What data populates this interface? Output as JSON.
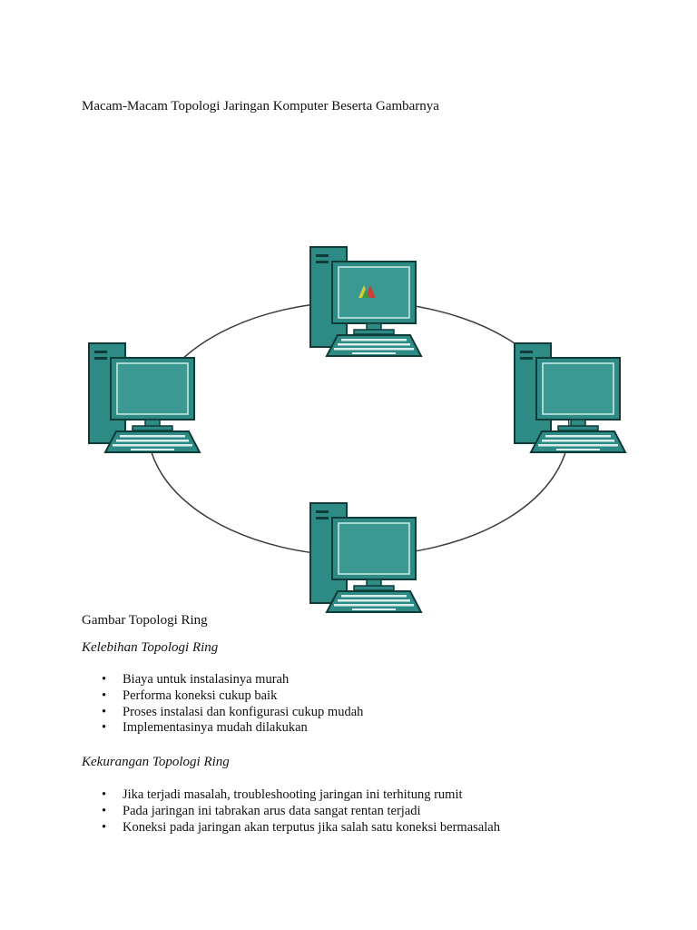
{
  "document": {
    "title": "Macam-Macam Topologi Jaringan Komputer Beserta Gambarnya",
    "figure_caption": "Gambar Topologi Ring"
  },
  "diagram": {
    "type": "ring-topology",
    "nodes": [
      "computer-top",
      "computer-right",
      "computer-bottom",
      "computer-left"
    ],
    "colors": {
      "device_fill": "#2d8a84",
      "device_stroke": "#0f3b38",
      "screen_fill": "#3a9a93",
      "ring_stroke": "#3a3a3a"
    }
  },
  "advantages": {
    "heading": "Kelebihan Topologi Ring",
    "items": [
      "Biaya untuk instalasinya murah",
      "Performa koneksi cukup baik",
      "Proses instalasi dan konfigurasi cukup mudah",
      "Implementasinya mudah dilakukan"
    ]
  },
  "disadvantages": {
    "heading": "Kekurangan Topologi Ring",
    "items": [
      "Jika terjadi masalah, troubleshooting jaringan ini terhitung rumit",
      "Pada jaringan ini tabrakan arus data sangat rentan terjadi",
      "Koneksi pada jaringan akan terputus jika salah satu koneksi bermasalah"
    ]
  }
}
